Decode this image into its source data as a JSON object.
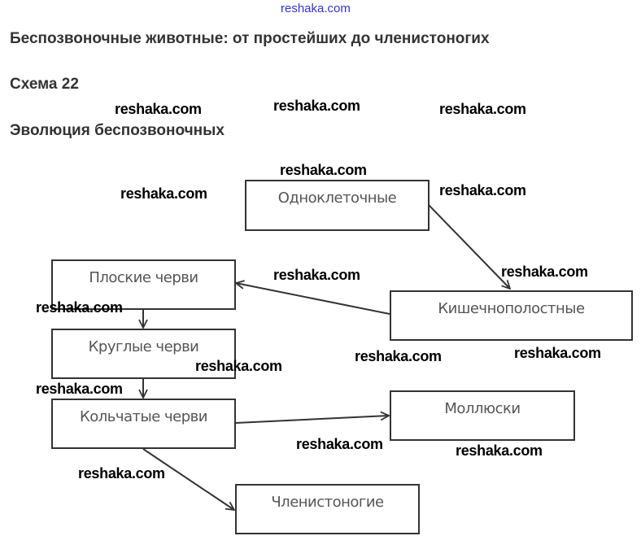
{
  "watermark_top": "reshaka.com",
  "title": "Беспозвоночные животные: от простейших до членистоногих",
  "scheme": "Схема 22",
  "subtitle": "Эволюция беспозвоночных",
  "diagram": {
    "nodes": {
      "unicellular": "Одноклеточные",
      "flatworms": "Плоские черви",
      "roundworms": "Круглые черви",
      "annelids": "Кольчатые черви",
      "cnidarians": "Кишечнополостные",
      "mollusks": "Моллюски",
      "arthropods": "Членистоногие"
    },
    "edges": [
      [
        "Одноклеточные",
        "Кишечнополостные"
      ],
      [
        "Кишечнополостные",
        "Плоские черви"
      ],
      [
        "Плоские черви",
        "Круглые черви"
      ],
      [
        "Круглые черви",
        "Кольчатые черви"
      ],
      [
        "Кольчатые черви",
        "Моллюски"
      ],
      [
        "Кольчатые черви",
        "Членистоногие"
      ]
    ]
  },
  "watermark": "reshaka.com",
  "colors": {
    "watermark_top": "#3333cc",
    "box_border": "#333333",
    "box_text": "#555555"
  }
}
